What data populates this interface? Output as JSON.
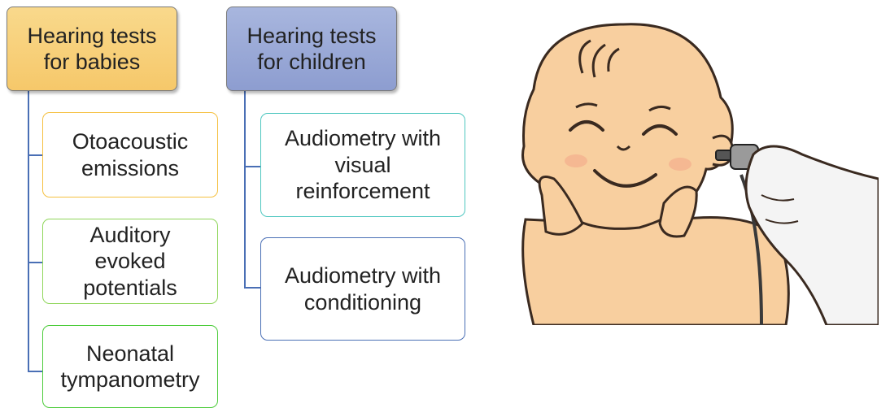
{
  "groups": [
    {
      "title": "Hearing tests\nfor babies",
      "color": "#f6c86a",
      "items": [
        {
          "label": "Otoacoustic\nemissions",
          "border": "#f5c040"
        },
        {
          "label": "Auditory\nevoked\npotentials",
          "border": "#8fd65a"
        },
        {
          "label": "Neonatal\ntympanometry",
          "border": "#4ccc3a"
        }
      ]
    },
    {
      "title": "Hearing tests\nfor children",
      "color": "#8d9dd0",
      "items": [
        {
          "label": "Audiometry with\nvisual\nreinforcement",
          "border": "#4fc7c0"
        },
        {
          "label": "Audiometry with\nconditioning",
          "border": "#4a6fb5"
        }
      ]
    }
  ],
  "illustration": {
    "subject": "smiling baby getting an ear test with a probe held by a gloved hand",
    "colors": {
      "skin": "#f8cf9f",
      "outline": "#3a2a20",
      "glove": "#f4f4f4"
    }
  }
}
